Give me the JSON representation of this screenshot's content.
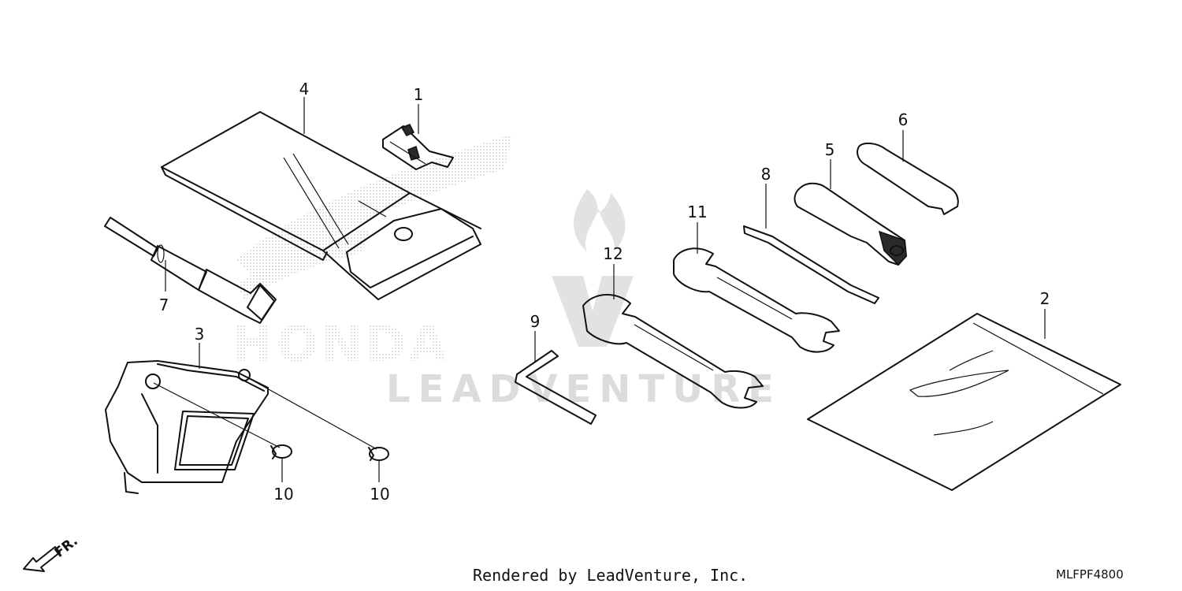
{
  "watermark": {
    "brand": "HONDA",
    "vendor": "LEADVENTURE"
  },
  "callouts": [
    {
      "id": "callout-4",
      "text": "4"
    },
    {
      "id": "callout-1",
      "text": "1"
    },
    {
      "id": "callout-7",
      "text": "7"
    },
    {
      "id": "callout-3",
      "text": "3"
    },
    {
      "id": "callout-10a",
      "text": "10"
    },
    {
      "id": "callout-10b",
      "text": "10"
    },
    {
      "id": "callout-9",
      "text": "9"
    },
    {
      "id": "callout-12",
      "text": "12"
    },
    {
      "id": "callout-11",
      "text": "11"
    },
    {
      "id": "callout-8",
      "text": "8"
    },
    {
      "id": "callout-5",
      "text": "5"
    },
    {
      "id": "callout-6",
      "text": "6"
    },
    {
      "id": "callout-2",
      "text": "2"
    }
  ],
  "front_indicator": "FR.",
  "footer": {
    "credit": "Rendered by LeadVenture, Inc.",
    "diagram_id": "MLFPF4800"
  },
  "colors": {
    "line": "#111111",
    "watermark": "#d9d9d9"
  }
}
